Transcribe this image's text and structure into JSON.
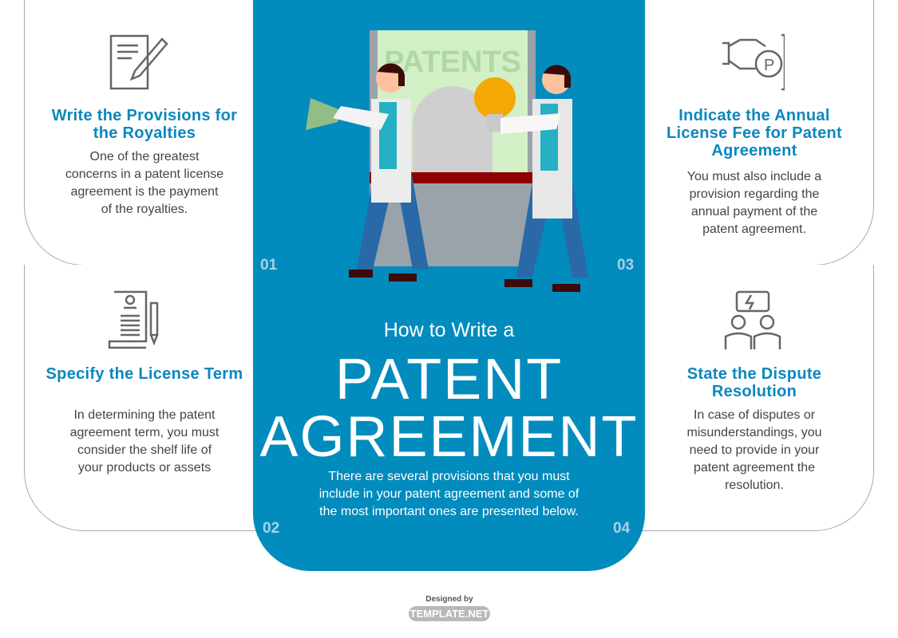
{
  "center": {
    "subtitle": "How to Write a",
    "title_line1": "PATENT",
    "title_line2": "AGREEMENT",
    "intro": "There are several provisions that you must include in your patent agreement and some of the most important ones are presented below.",
    "illustration_sign": "PATENTS"
  },
  "steps": [
    {
      "number": "01",
      "title": "Write the Provisions for the Royalties",
      "description": "One of the greatest concerns in a patent license agreement is the payment of the royalties.",
      "icon": "document-pen-icon"
    },
    {
      "number": "02",
      "title": "Specify the License Term",
      "description": "In determining the patent agreement term, you must consider the shelf life of your products or assets",
      "icon": "certificate-scroll-icon"
    },
    {
      "number": "03",
      "title": "Indicate the Annual License Fee for Patent Agreement",
      "description": "You must also include a provision regarding the annual payment of the patent agreement.",
      "icon": "hand-coin-icon"
    },
    {
      "number": "04",
      "title": "State the Dispute Resolution",
      "description": "In case of disputes or misunderstandings, you need to provide in your patent agreement the resolution.",
      "icon": "dispute-people-icon"
    }
  ],
  "credit": {
    "designed_by": "Designed by",
    "brand": "TEMPLATE.NET"
  },
  "colors": {
    "panel": "#028bbd",
    "heading": "#0b87bf",
    "number": "#a8d2e6"
  }
}
